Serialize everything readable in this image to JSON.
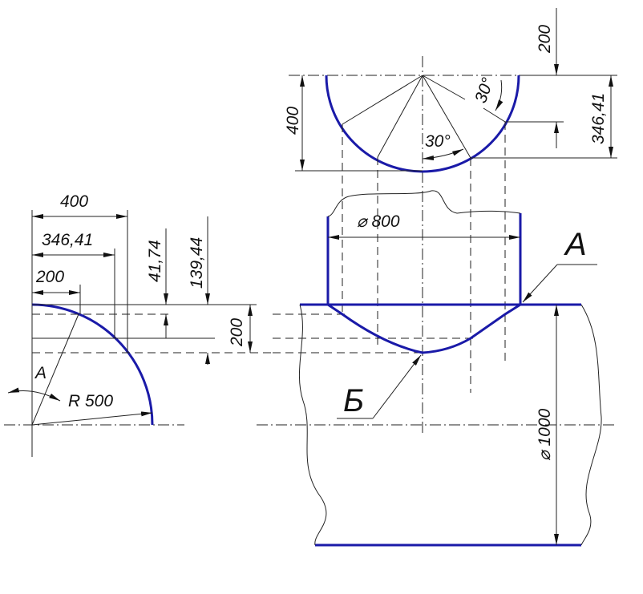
{
  "colors": {
    "contour": "#1a1aa8",
    "line": "#222222"
  },
  "left_view": {
    "dim_400": "400",
    "dim_346": "346,41",
    "dim_200_h": "200",
    "dim_41": "41,74",
    "dim_139": "139,44",
    "dim_200_v": "200",
    "angle_label": "A",
    "radius_label": "R 500"
  },
  "top_view": {
    "dim_400": "400",
    "dim_200": "200",
    "dim_346": "346,41",
    "angle_1": "30°",
    "angle_2": "30°"
  },
  "front_view": {
    "dia_800": "⌀ 800",
    "dia_1000": "⌀ 1000",
    "label_a": "A",
    "label_b": "Б"
  }
}
